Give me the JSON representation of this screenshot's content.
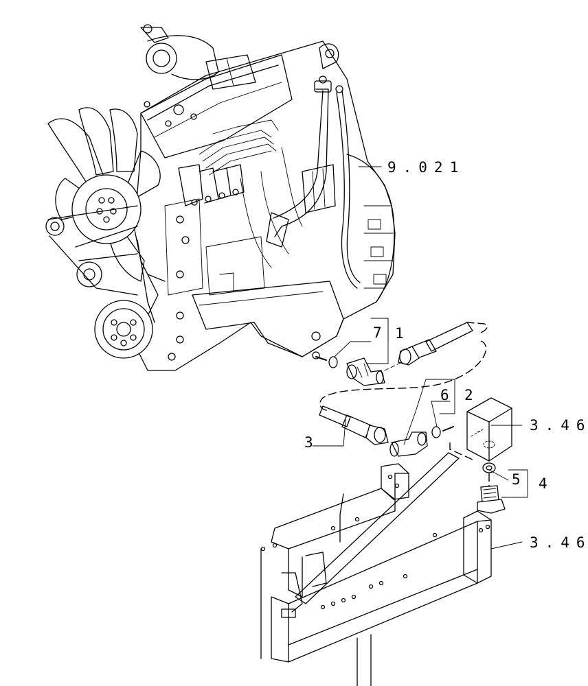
{
  "callouts": {
    "ref_engine": "9.021",
    "ref_tank": "3.46",
    "ref_frame": "3.46",
    "item_1": "1",
    "item_2": "2",
    "item_3": "3",
    "item_4": "4",
    "item_5": "5",
    "item_6": "6",
    "item_7": "7"
  }
}
